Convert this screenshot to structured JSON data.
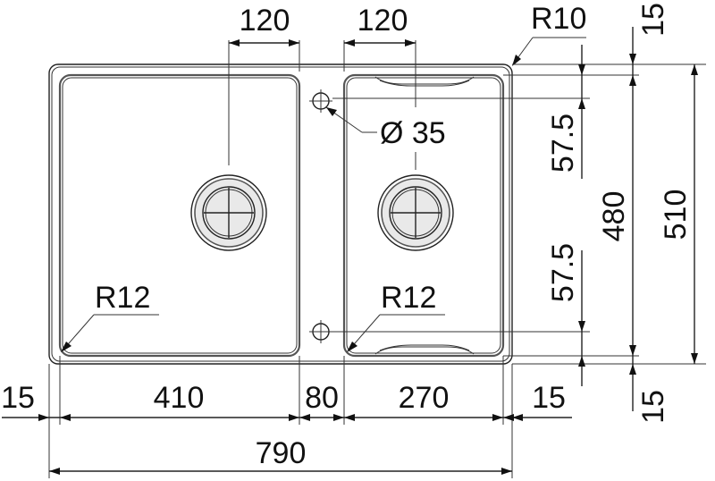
{
  "drawing": {
    "colors": {
      "line": "#222222",
      "text": "#111111",
      "bowl_fill": "#e9e9e9",
      "background": "#ffffff"
    },
    "labels": {
      "tap_hole_offset_left": "120",
      "tap_hole_offset_right": "120",
      "corner_radius_outer": "R10",
      "top_margin": "15",
      "tap_hole_diameter": "Ø 35",
      "hole_spacing_upper": "57.5",
      "bowl_depth": "480",
      "hole_spacing_lower": "57.5",
      "overall_depth": "510",
      "corner_radius_left_bowl": "R12",
      "corner_radius_right_bowl": "R12",
      "side_margin_left": "15",
      "left_bowl_width": "410",
      "divider_width": "80",
      "right_bowl_width": "270",
      "side_margin_right": "15",
      "bottom_margin": "15",
      "overall_width": "790"
    }
  }
}
